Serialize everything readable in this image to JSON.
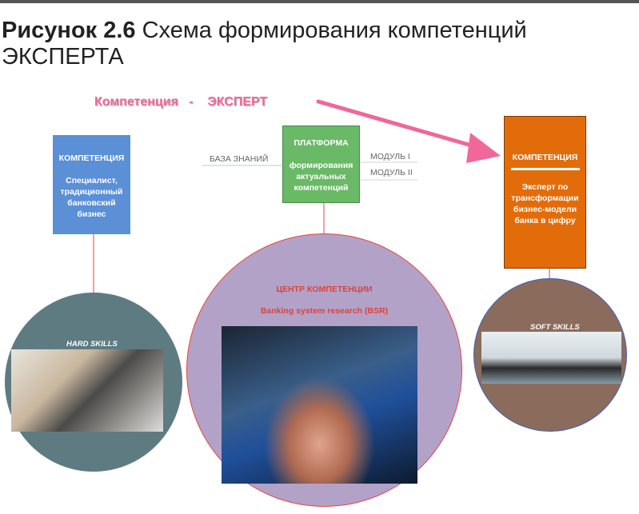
{
  "title": {
    "bold": "Рисунок 2.6",
    "rest": " Схема формирования компетенций ЭКСПЕРТА"
  },
  "slogan": "Компетенция   -    ЭКСПЕРТ",
  "blue_box": {
    "heading": "КОМПЕТЕНЦИЯ",
    "l1": "Специалист,",
    "l2": "традиционный",
    "l3": "банковский",
    "l4": "бизнес"
  },
  "green_box": {
    "heading": "ПЛАТФОРМА",
    "l1": "формирования",
    "l2": "актуальных",
    "l3": "компетенций"
  },
  "orange_box": {
    "heading": "КОМПЕТЕНЦИЯ",
    "l1": "Эксперт по",
    "l2": "трансформации",
    "l3": "бизнес-модели",
    "l4": "банка в цифру"
  },
  "labels": {
    "knowledge": "БАЗА ЗНАНИЙ",
    "module1": "МОДУЛЬ I",
    "module2": "МОДУЛЬ II"
  },
  "center": {
    "title": "ЦЕНТР КОМПЕТЕНЦИИ",
    "subtitle": "Banking system research (BSR)"
  },
  "hard_skills": "HARD SKILLS",
  "soft_skills": "SOFT SKILLS"
}
